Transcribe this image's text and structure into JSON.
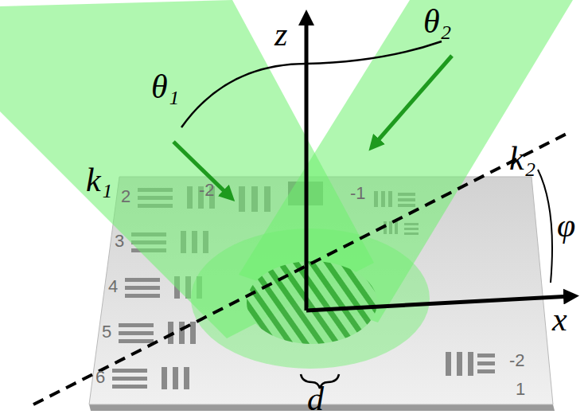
{
  "diagram": {
    "labels": [
      "z",
      "θ₁",
      "θ₂",
      "k₁",
      "k₂",
      "φ",
      "x",
      "d",
      "2",
      "3",
      "4",
      "5",
      "6",
      "-2",
      "-1",
      "-2",
      "1"
    ]
  }
}
